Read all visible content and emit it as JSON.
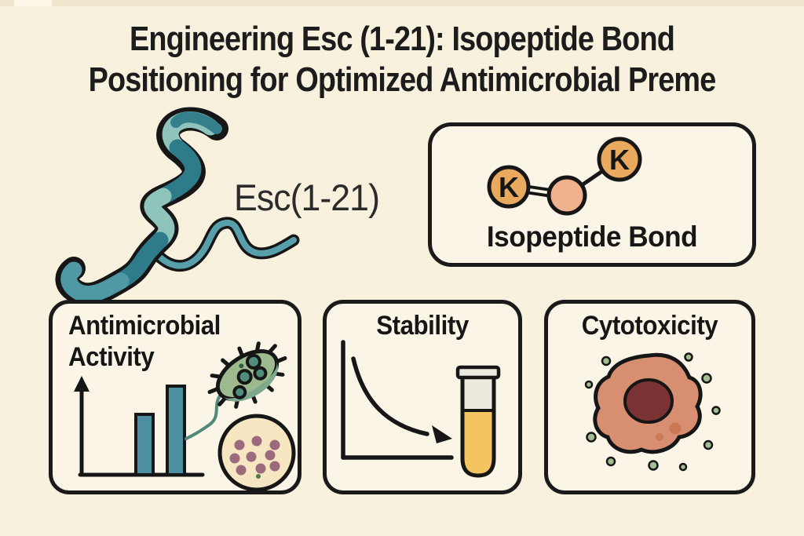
{
  "title": {
    "line1": "Engineering Esc (1-21): Isopeptide Bond",
    "line2": "Positioning for Optimized Antimicrobial Preme"
  },
  "peptide": {
    "label": "Esc(1-21)"
  },
  "isopeptide": {
    "label": "Isopeptide Bond",
    "left_residue": "K",
    "right_residue": "K"
  },
  "panels": {
    "antimicrobial": {
      "title": "Antimicrobial Activity"
    },
    "stability": {
      "title": "Stability"
    },
    "cytotoxicity": {
      "title": "Cytotoxicity"
    }
  },
  "colors": {
    "background": "#f8f1de",
    "panel_fill": "#fbf5e7",
    "outline_black": "#1a1a1a",
    "helix_teal_mid": "#4e99a3",
    "helix_teal_light": "#8fc4bd",
    "helix_teal_dark": "#2e7c8a",
    "bar_teal": "#4b8fa0",
    "lysine_orange": "#e9a95e",
    "bond_center_peach": "#f0b28d",
    "bacteria_green": "#9cba8e",
    "bacteria_dot_teal": "#4f8e7c",
    "petri_fill": "#f6e6c2",
    "petri_dot_mauve": "#9b6b7d",
    "tube_liquid_yellow": "#f3c45f",
    "tube_empty_gray": "#eceade",
    "cell_salmon": "#d88e70",
    "nucleus_maroon": "#7b3233",
    "cell_spot": "#c97a55",
    "scatter_dot_green": "#a3bd92"
  }
}
